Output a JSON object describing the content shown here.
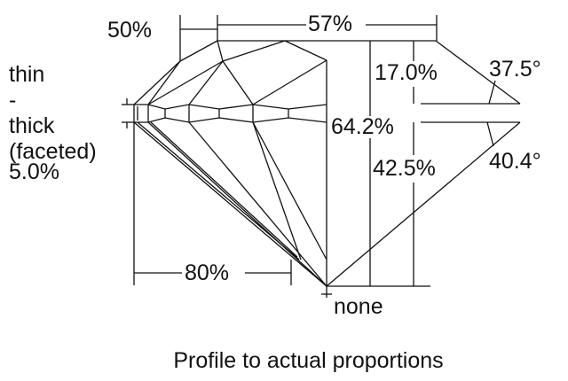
{
  "title": "Profile to actual proportions",
  "labels": {
    "table_outer": "50%",
    "table": "57%",
    "crown_height": "17.0%",
    "crown_angle": "37.5°",
    "total_depth": "64.2%",
    "pavilion_depth": "42.5%",
    "pavilion_angle": "40.4°",
    "lower_half": "80%",
    "culet": "none"
  },
  "girdle": {
    "line1": "thin",
    "line2": "-",
    "line3": "thick",
    "line4": "(faceted)",
    "line5": "5.0%"
  },
  "colors": {
    "stroke": "#111111",
    "background": "#ffffff"
  }
}
